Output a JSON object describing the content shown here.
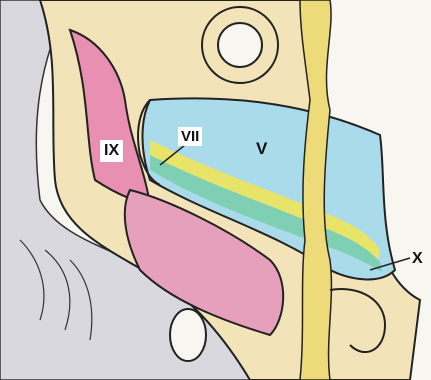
{
  "labels": {
    "ix": "IX",
    "vii": "VII",
    "v": "V",
    "x": "X"
  },
  "colors": {
    "bone": "#f2e3b8",
    "pink": "#e88fb2",
    "blue": "#a9dbea",
    "teal": "#7fcfb5",
    "yellow": "#e8e46a",
    "gray": "#cfcfd6",
    "outline": "#222222"
  }
}
